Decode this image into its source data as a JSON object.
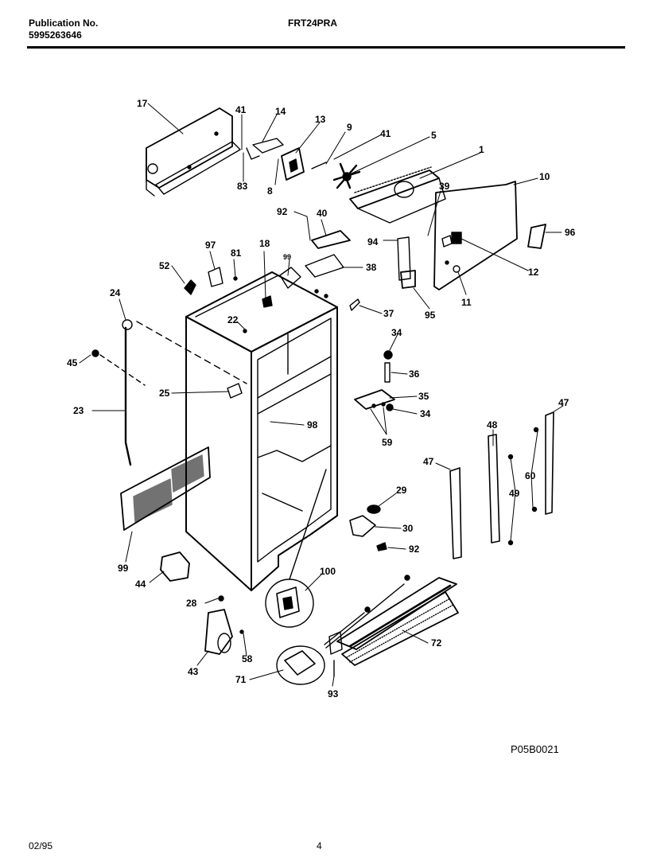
{
  "header": {
    "publication_label": "Publication No.",
    "publication_number": "5995263646",
    "model": "FRT24PRA"
  },
  "diagram_code": "P05B0021",
  "footer": {
    "date": "02/95",
    "page": "4"
  },
  "callouts": {
    "c17": "17",
    "c41a": "41",
    "c14": "14",
    "c13": "13",
    "c9": "9",
    "c41b": "41",
    "c5": "5",
    "c1": "1",
    "c83": "83",
    "c8": "8",
    "c39": "39",
    "c10": "10",
    "c92a": "92",
    "c40": "40",
    "c94": "94",
    "c96": "96",
    "c12": "12",
    "c97": "97",
    "c18": "18",
    "c81": "81",
    "c52": "52",
    "c99a": "99",
    "c38": "38",
    "c95": "95",
    "c11": "11",
    "c24": "24",
    "c37": "37",
    "c22": "22",
    "c34a": "34",
    "c45": "45",
    "c36": "36",
    "c25": "25",
    "c35": "35",
    "c23": "23",
    "c34b": "34",
    "c98": "98",
    "c59": "59",
    "c48": "48",
    "c47a": "47",
    "c47b": "47",
    "c60": "60",
    "c29": "29",
    "c49": "49",
    "c30": "30",
    "c92b": "92",
    "c99b": "99",
    "c44": "44",
    "c100": "100",
    "c28": "28",
    "c72": "72",
    "c58": "58",
    "c43": "43",
    "c71": "71",
    "c93": "93"
  }
}
